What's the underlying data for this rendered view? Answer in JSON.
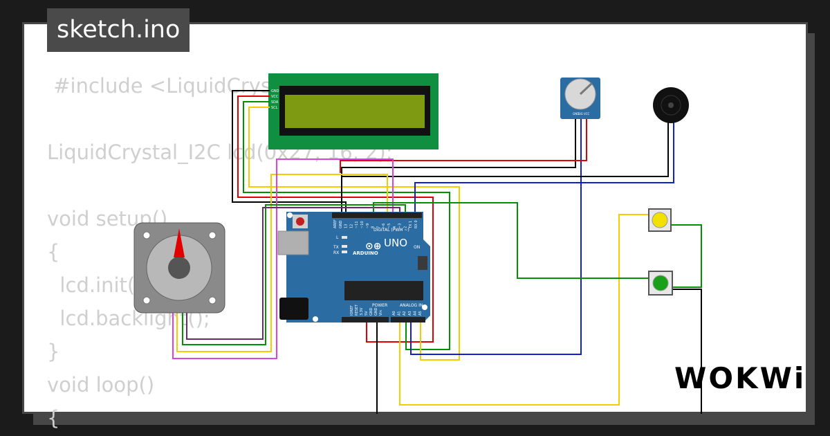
{
  "title": "sketch.ino",
  "code_lines": [
    " #include <LiquidCrystal_I2C.h>",
    "",
    "LiquidCrystal_I2C lcd(0x27, 16, 2);",
    "",
    "void setup()",
    "{",
    "  lcd.init();",
    "  lcd.backlight();",
    "}",
    "void loop()",
    "{"
  ],
  "lcd_pins": [
    "GND",
    "VCC",
    "SDA",
    "SCL"
  ],
  "arduino": {
    "model": "UNO",
    "brand": "ARDUINO",
    "digital_label": "DIGITAL (PWM ~)",
    "power_label": "POWER",
    "analog_label": "ANALOG IN",
    "on_label": "ON",
    "led_labels": [
      "L",
      "TX",
      "RX"
    ],
    "header_top": [
      "AREF",
      "GND",
      "13",
      "12",
      "~11",
      "~10",
      "~9",
      "8",
      "7",
      "~6",
      "~5",
      "4",
      "~3",
      "2",
      "TX 1",
      "RX 0"
    ],
    "header_power": [
      "IOREF",
      "RESET",
      "3.3V",
      "5V",
      "GND",
      "GND",
      "Vin"
    ],
    "header_analog": [
      "A0",
      "A1",
      "A2",
      "A3",
      "A4",
      "A5"
    ]
  },
  "pot_pins": [
    "GND",
    "SIG",
    "VCC"
  ],
  "brand_logo": "WOKWi",
  "colors": {
    "wire_red": "#e00000",
    "wire_black": "#000000",
    "wire_green": "#009000",
    "wire_yellow": "#f5cc00",
    "wire_blue": "#1020d0",
    "wire_magenta": "#e040e0",
    "board_blue": "#2b6ca3",
    "lcd_green": "#0f8f3f",
    "lcd_screen": "#7d9a12"
  }
}
